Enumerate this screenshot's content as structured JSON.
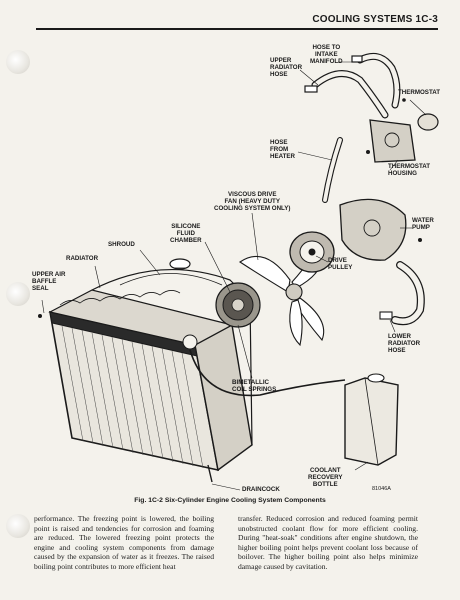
{
  "header": {
    "title": "COOLING SYSTEMS   1C-3"
  },
  "labels": {
    "hose_to_intake_manifold": "HOSE TO\nINTAKE\nMANIFOLD",
    "upper_radiator_hose": "UPPER\nRADIATOR\nHOSE",
    "thermostat": "THERMOSTAT",
    "hose_from_heater": "HOSE\nFROM\nHEATER",
    "thermostat_housing": "THERMOSTAT\nHOUSING",
    "viscous_drive_fan": "VISCOUS DRIVE\nFAN (HEAVY DUTY\nCOOLING SYSTEM ONLY)",
    "water_pump": "WATER\nPUMP",
    "silicone_fluid_chamber": "SILICONE\nFLUID\nCHAMBER",
    "shroud": "SHROUD",
    "radiator": "RADIATOR",
    "drive_pulley": "DRIVE\nPULLEY",
    "upper_air_baffle_seal": "UPPER AIR\nBAFFLE\nSEAL",
    "lower_radiator_hose": "LOWER\nRADIATOR\nHOSE",
    "bimetallic_coil_springs": "BIMETALLIC\nCOIL SPRINGS",
    "coolant_recovery_bottle": "COOLANT\nRECOVERY\nBOTTLE",
    "draincock": "DRAINCOCK"
  },
  "figure": {
    "caption": "Fig. 1C-2   Six-Cylinder Engine Cooling System Components",
    "code": "81046A"
  },
  "body": {
    "left_column": "performance. The freezing point is lowered, the boiling point is raised and tendencies for corrosion and foaming are reduced. The lowered freezing point protects the engine and cooling system components from damage caused by the expansion of water as it freezes. The raised boiling point contributes to more efficient heat",
    "right_column": "transfer. Reduced corrosion and reduced foaming permit unobstructed coolant flow for more efficient cooling. During \"heat-soak\" conditions after engine shutdown, the higher boiling point helps prevent coolant loss because of boilover. The higher boiling point also helps minimize damage caused by cavitation."
  }
}
